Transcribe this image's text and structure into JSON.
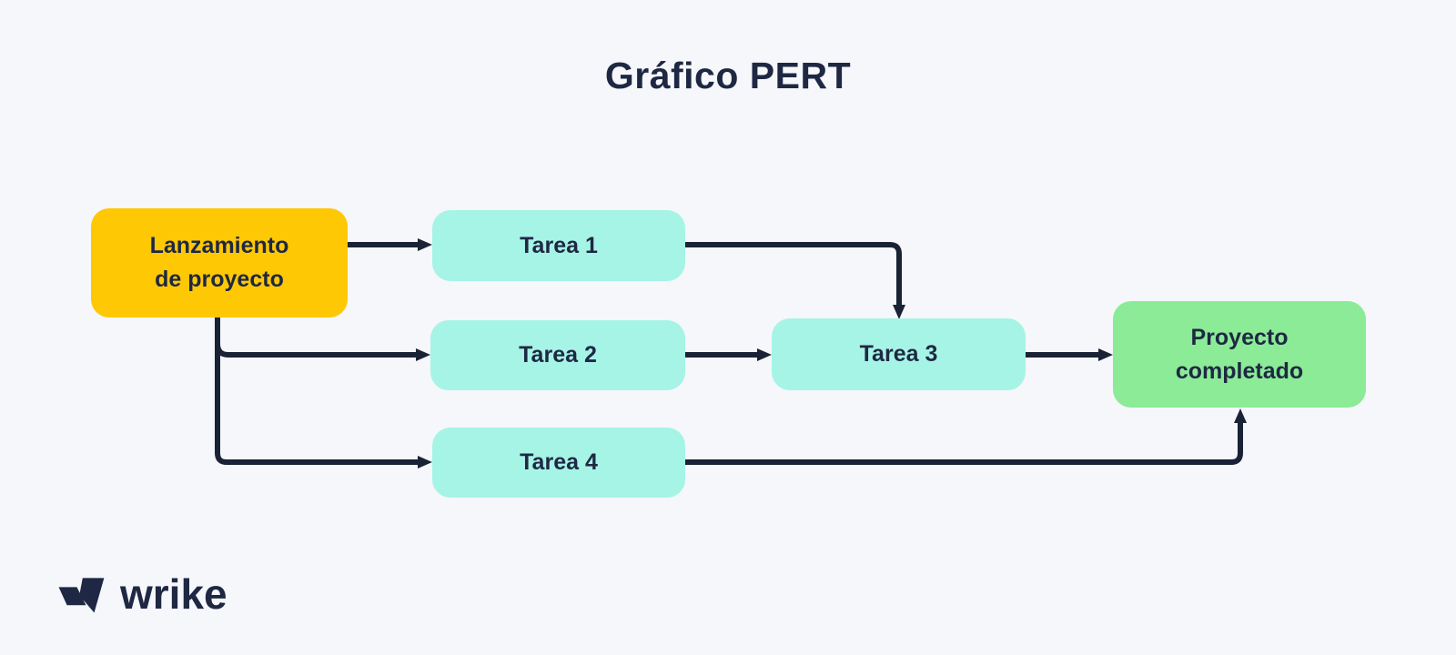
{
  "title": "Gráfico PERT",
  "colors": {
    "background": "#F5F7FA",
    "text": "#1E2843",
    "line": "#1A2235",
    "start_node": "#FFC805",
    "task_node": "#A6F4E6",
    "end_node": "#8BEB97"
  },
  "nodes": {
    "start": {
      "line1": "Lanzamiento",
      "line2": "de proyecto"
    },
    "tarea1": {
      "label": "Tarea 1"
    },
    "tarea2": {
      "label": "Tarea 2"
    },
    "tarea3": {
      "label": "Tarea 3"
    },
    "tarea4": {
      "label": "Tarea 4"
    },
    "end": {
      "line1": "Proyecto",
      "line2": "completado"
    }
  },
  "edges": [
    {
      "from": "Lanzamiento de proyecto",
      "to": "Tarea 1"
    },
    {
      "from": "Lanzamiento de proyecto",
      "to": "Tarea 2"
    },
    {
      "from": "Lanzamiento de proyecto",
      "to": "Tarea 4"
    },
    {
      "from": "Tarea 1",
      "to": "Tarea 3"
    },
    {
      "from": "Tarea 2",
      "to": "Tarea 3"
    },
    {
      "from": "Tarea 3",
      "to": "Proyecto completado"
    },
    {
      "from": "Tarea 4",
      "to": "Proyecto completado"
    }
  ],
  "logo": {
    "text": "wrike",
    "icon": "wrike-checkmark-icon"
  }
}
